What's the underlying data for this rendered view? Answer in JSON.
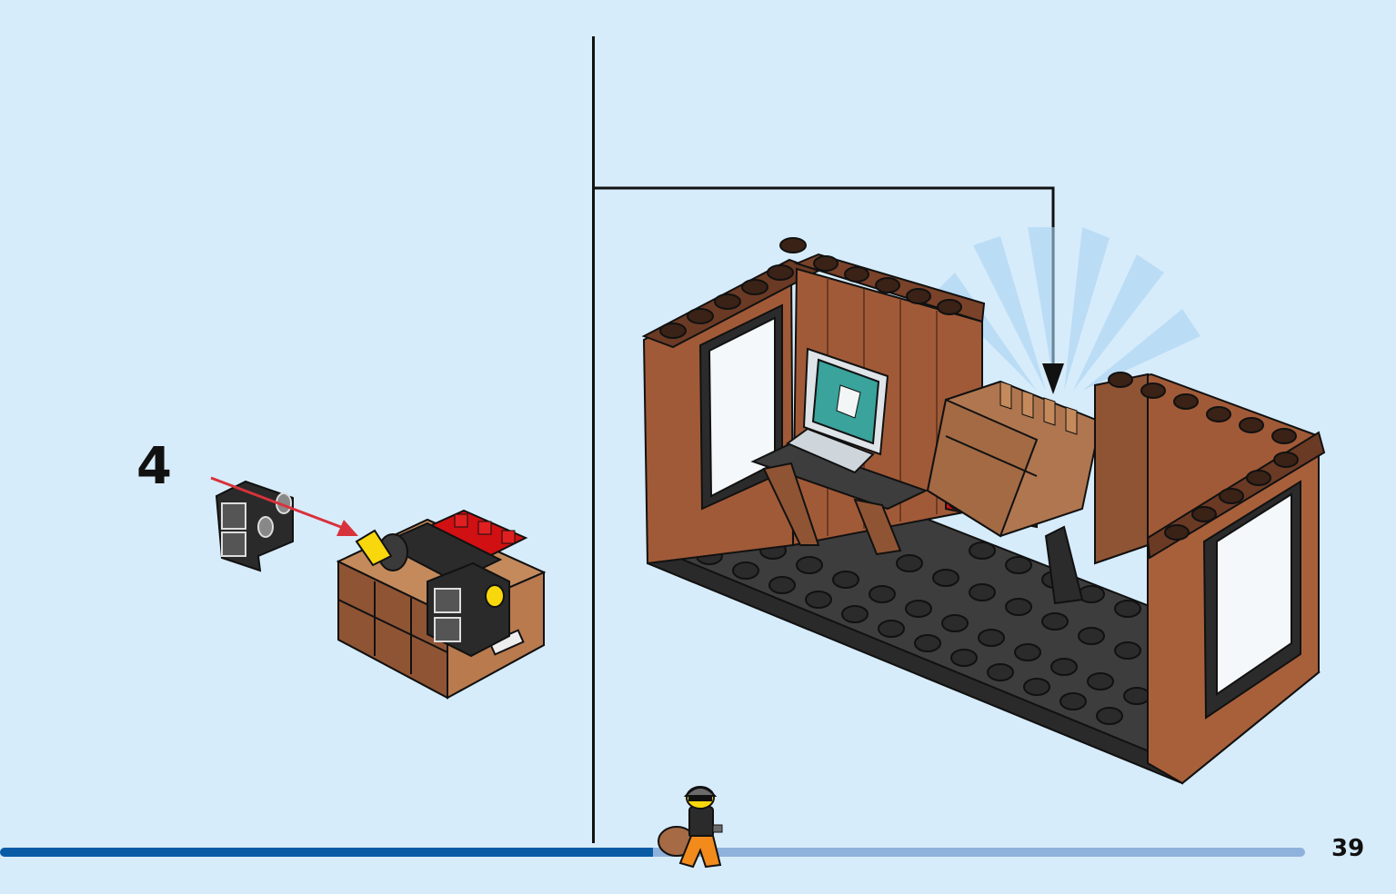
{
  "step": {
    "number": "4"
  },
  "page": {
    "number": "39"
  },
  "progress": {
    "fraction": 0.5
  },
  "colors": {
    "background": "#d7ecfb",
    "progress_done": "#0a5ba6",
    "progress_remaining": "#8fb2dc",
    "brown": "#a15a37",
    "dark_brown": "#6b3a24",
    "medium_brown": "#b0764f",
    "dark_grey": "#3b3b3b",
    "red": "#d01012",
    "yellow": "#f8d80c",
    "arrow_red": "#d8323c"
  },
  "icons": {
    "progress_figure": "minifigure-burglar-icon",
    "placement_arrow": "arrow-down-icon"
  }
}
